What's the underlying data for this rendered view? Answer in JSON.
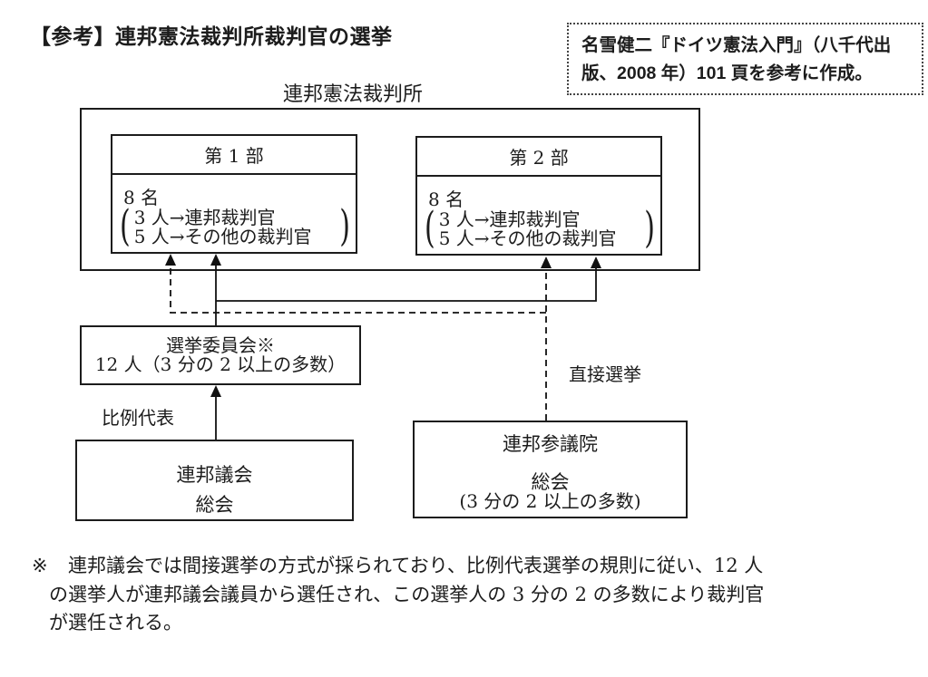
{
  "title": "【参考】連邦憲法裁判所裁判官の選挙",
  "source_note": {
    "lines": [
      "名雪健二『ドイツ憲法入門』（八千代出",
      "版、2008 年）101 頁を参考に作成。"
    ]
  },
  "court": {
    "label": "連邦憲法裁判所",
    "bracket_open": "(",
    "bracket_close": ")",
    "senates": [
      {
        "title": "第 1 部",
        "count": "8 名",
        "rows": [
          "3 人→連邦裁判官",
          "5 人→その他の裁判官"
        ]
      },
      {
        "title": "第 2 部",
        "count": "8 名",
        "rows": [
          "3 人→連邦裁判官",
          "5 人→その他の裁判官"
        ]
      }
    ]
  },
  "committee": {
    "name": "選挙委員会※",
    "detail": "12 人（3 分の 2 以上の多数）"
  },
  "bundestag": {
    "name": "連邦議会",
    "sub": "総会"
  },
  "bundesrat": {
    "name": "連邦参議院",
    "sub": "総会",
    "sub2": "(3 分の 2 以上の多数)"
  },
  "edges": {
    "proportional": "比例代表",
    "direct": "直接選挙"
  },
  "footnote": {
    "marker": "※",
    "lines": [
      "連邦議会では間接選挙の方式が採られており、比例代表選挙の規則に従い、12 人",
      "の選挙人が連邦議会議員から選任され、この選挙人の 3 分の 2 の多数により裁判官",
      "が選任される。"
    ]
  },
  "colors": {
    "ink": "#1c1c1c",
    "line": "#111111",
    "background": "#ffffff"
  }
}
